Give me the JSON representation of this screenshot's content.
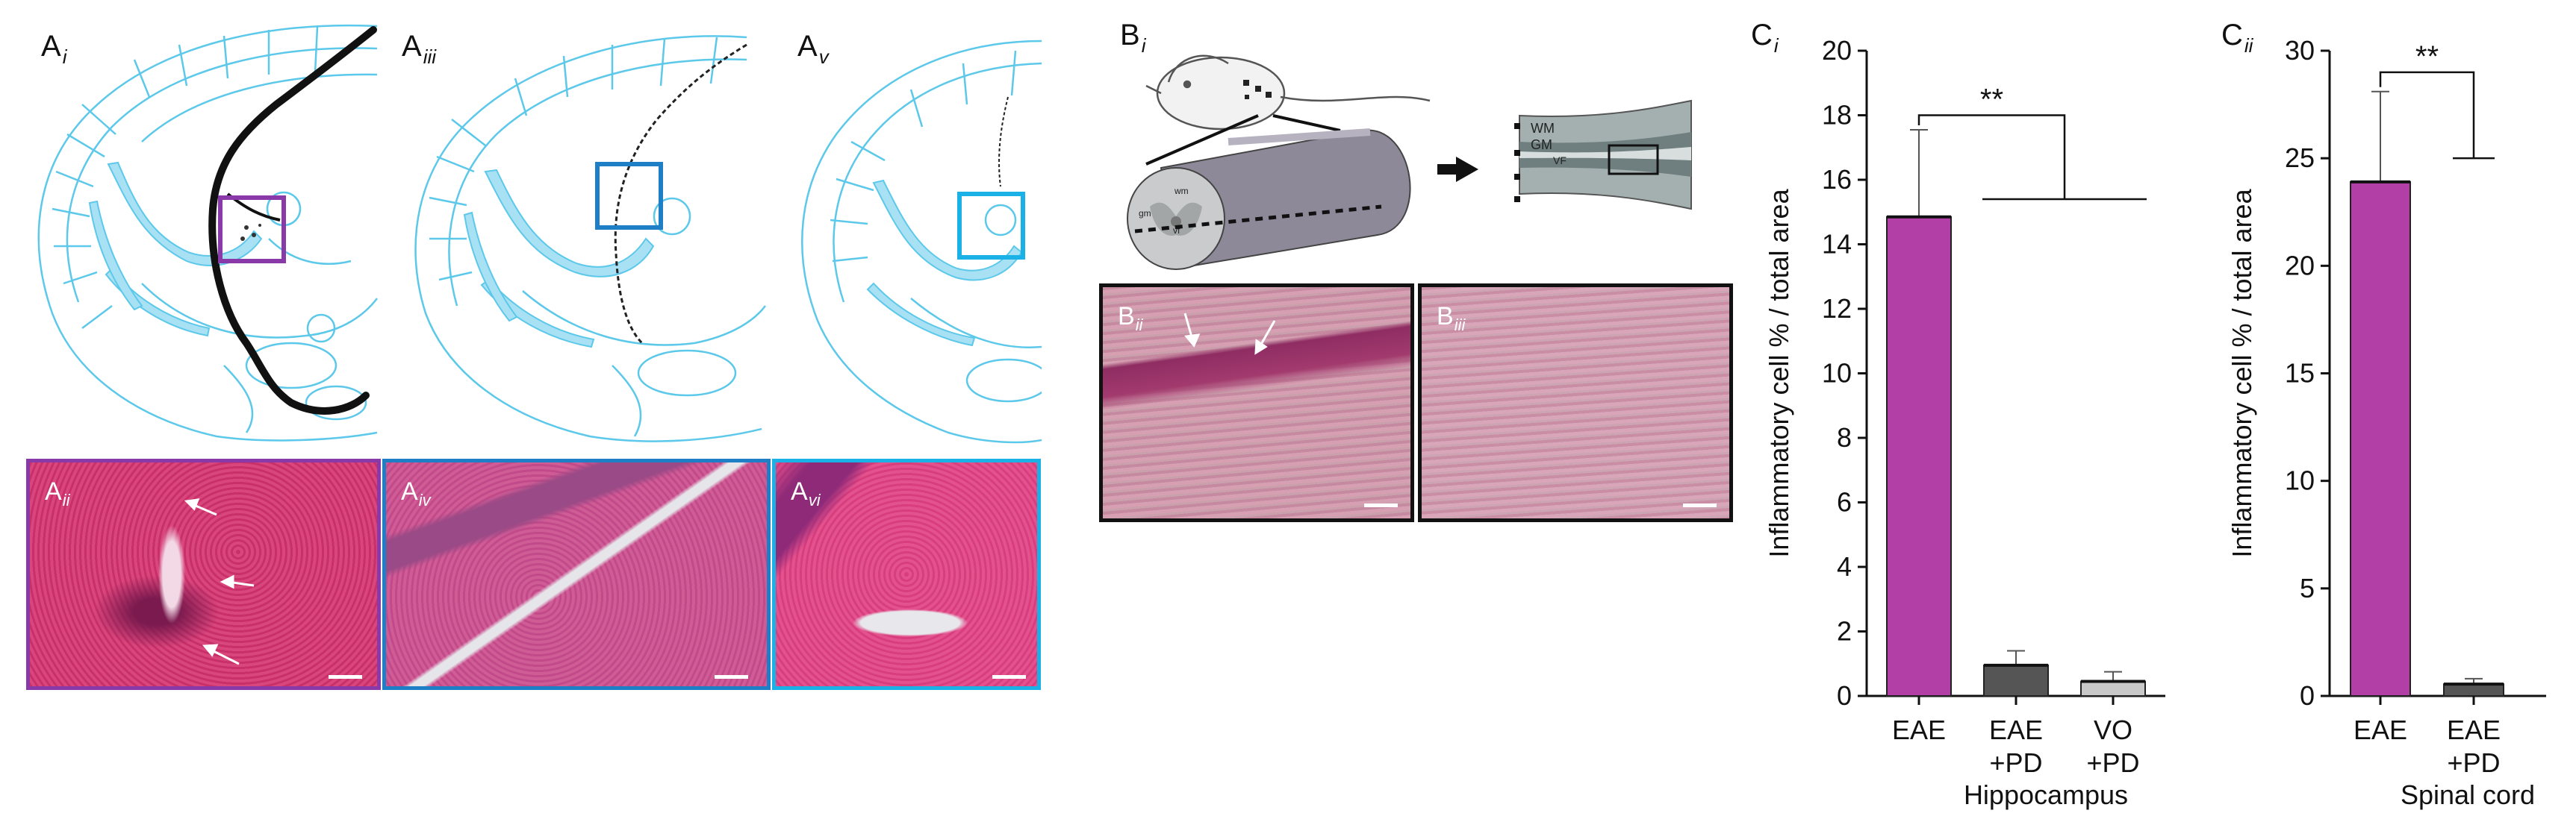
{
  "figure": {
    "panel_labels": {
      "a_i": {
        "main": "A",
        "sub": "i"
      },
      "a_iii": {
        "main": "A",
        "sub": "iii"
      },
      "a_v": {
        "main": "A",
        "sub": "v"
      },
      "a_ii": {
        "main": "A",
        "sub": "ii"
      },
      "a_iv": {
        "main": "A",
        "sub": "iv"
      },
      "a_vi": {
        "main": "A",
        "sub": "vi"
      },
      "b_i": {
        "main": "B",
        "sub": "i"
      },
      "b_ii": {
        "main": "B",
        "sub": "ii"
      },
      "b_iii": {
        "main": "B",
        "sub": "iii"
      },
      "c_i": {
        "main": "C",
        "sub": "i"
      },
      "c_ii": {
        "main": "C",
        "sub": "ii"
      }
    },
    "diagram_labels": {
      "wm": "WM",
      "gm": "GM",
      "vf": "VF",
      "small_wm": "wm",
      "small_gm": "gm",
      "small_vf": "vf"
    },
    "colors": {
      "atlas_line": "#5cc8ea",
      "atlas_fill": "#a9e1f4",
      "box_purple": "#8a3aa8",
      "box_blue": "#1e7fc6",
      "box_cyan": "#1ab1e6",
      "eae_bar": "#b23fa6",
      "pd_bar": "#555555",
      "vo_bar": "#c8c8c8",
      "he_stain": "#d2426e"
    }
  },
  "chart_data": [
    {
      "type": "bar",
      "categories": [
        "EAE",
        "EAE\n+PD",
        "VO\n+PD"
      ],
      "category_lines": [
        [
          "EAE"
        ],
        [
          "EAE",
          "+PD"
        ],
        [
          "VO",
          "+PD"
        ]
      ],
      "values": [
        14.85,
        0.95,
        0.45
      ],
      "errors": [
        2.7,
        0.45,
        0.3
      ],
      "bar_colors": [
        "#b23fa6",
        "#555555",
        "#c8c8c8"
      ],
      "ylabel": "Inflammatory cell % / total area",
      "xlabel": "Hippocampus",
      "ylim": [
        0,
        20
      ],
      "yticks": [
        0,
        2,
        4,
        6,
        8,
        10,
        12,
        14,
        16,
        18,
        20
      ],
      "significance": {
        "label": "**",
        "bracket_from": 0,
        "bracket_to": [
          1,
          2
        ],
        "bracket_y": 18.0,
        "crossbar_y": 15.4
      }
    },
    {
      "type": "bar",
      "categories": [
        "EAE",
        "EAE\n+PD"
      ],
      "category_lines": [
        [
          "EAE"
        ],
        [
          "EAE",
          "+PD"
        ]
      ],
      "values": [
        23.9,
        0.55
      ],
      "errors": [
        4.2,
        0.25
      ],
      "bar_colors": [
        "#b23fa6",
        "#555555"
      ],
      "ylabel": "Inflammatory cell % / total area",
      "xlabel": "Spinal cord",
      "ylim": [
        0,
        30
      ],
      "yticks": [
        0,
        5,
        10,
        15,
        20,
        25,
        30
      ],
      "significance": {
        "label": "**",
        "bracket_from": 0,
        "bracket_to": [
          1
        ],
        "bracket_y": 29.0,
        "crossbar_y": 25.0
      }
    }
  ]
}
